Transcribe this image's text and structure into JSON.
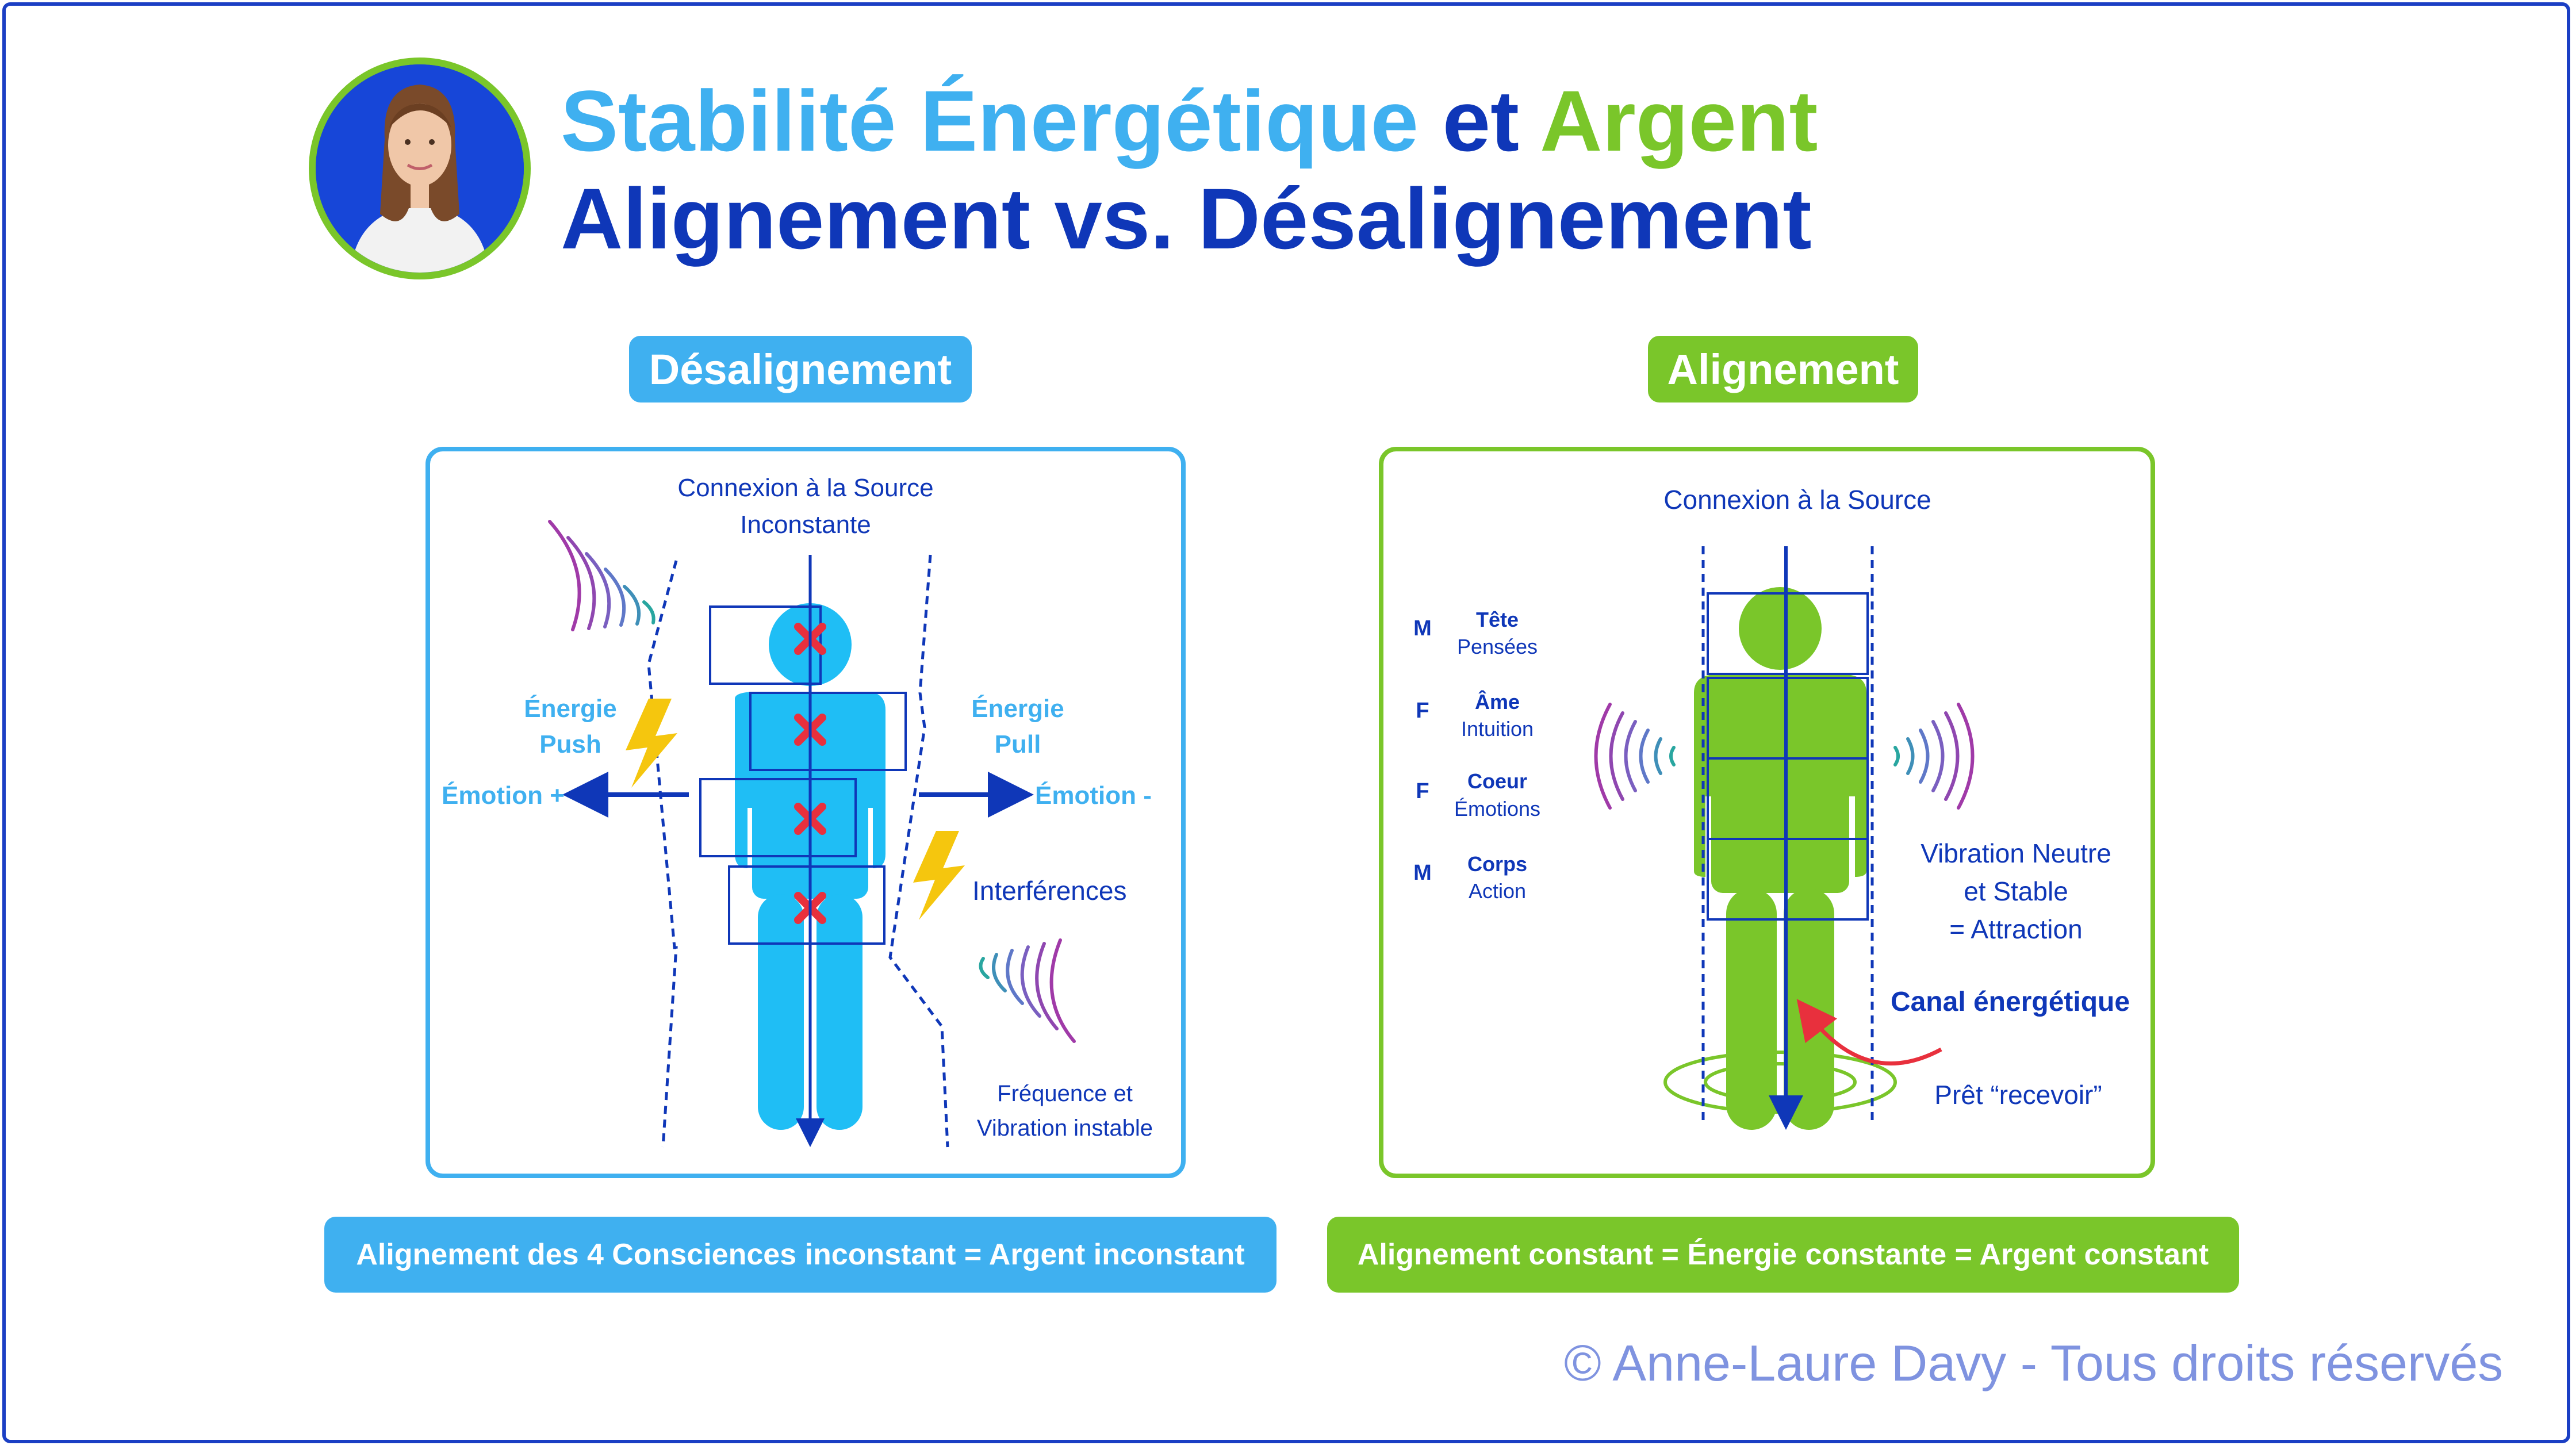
{
  "title": {
    "line1_part1": "Stabilité Énergétique",
    "line1_part2": "et",
    "line1_part3": "Argent",
    "line2": "Alignement vs. Désalignement"
  },
  "left_panel": {
    "heading": "Désalignement",
    "source_line1": "Connexion à la Source",
    "source_line2": "Inconstante",
    "push_line1": "Énergie",
    "push_line2": "Push",
    "pull_line1": "Énergie",
    "pull_line2": "Pull",
    "emotion_plus": "Émotion +",
    "emotion_minus": "Émotion -",
    "interferences": "Interférences",
    "freq_line1": "Fréquence et",
    "freq_line2": "Vibration instable",
    "footer": "Alignement des 4 Consciences inconstant = Argent inconstant"
  },
  "right_panel": {
    "heading": "Alignement",
    "source": "Connexion à la Source",
    "levels": [
      {
        "letter": "M",
        "name": "Tête",
        "sub": "Pensées"
      },
      {
        "letter": "F",
        "name": "Âme",
        "sub": "Intuition"
      },
      {
        "letter": "F",
        "name": "Coeur",
        "sub": "Émotions"
      },
      {
        "letter": "M",
        "name": "Corps",
        "sub": "Action"
      }
    ],
    "vibration_line1": "Vibration Neutre",
    "vibration_line2": "et Stable",
    "vibration_line3": "= Attraction",
    "canal": "Canal énergétique",
    "pret": "Prêt “recevoir”",
    "footer": "Alignement constant = Énergie constante = Argent constant"
  },
  "copyright": "© Anne-Laure Davy - Tous droits réservés",
  "colors": {
    "dark_blue": "#0f37b8",
    "light_blue": "#3fb0f0",
    "figure_blue": "#1fbef5",
    "green": "#7ac62a",
    "red": "#e8303d",
    "yellow": "#f5c60e"
  }
}
